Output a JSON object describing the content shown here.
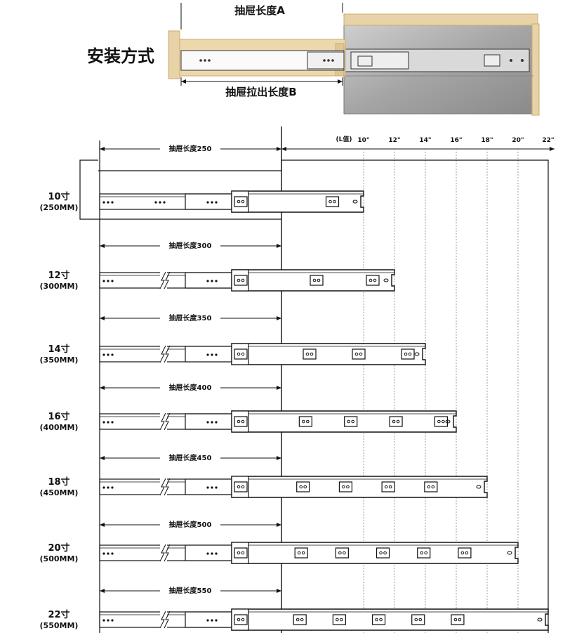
{
  "install": {
    "heading": "安装方式",
    "label_a": "抽屉长度A",
    "label_b": "抽屉拉出长度B"
  },
  "scale": {
    "unit_label": "(L值)",
    "ticks": [
      "10\"",
      "12\"",
      "14\"",
      "16\"",
      "18\"",
      "20\"",
      "22\""
    ]
  },
  "rows": [
    {
      "size": "10寸",
      "mm": "(250MM)",
      "dim": "抽屉长度250"
    },
    {
      "size": "12寸",
      "mm": "(300MM)",
      "dim": "抽屉长度300"
    },
    {
      "size": "14寸",
      "mm": "(350MM)",
      "dim": "抽屉长度350"
    },
    {
      "size": "16寸",
      "mm": "(400MM)",
      "dim": "抽屉长度400"
    },
    {
      "size": "18寸",
      "mm": "(450MM)",
      "dim": "抽屉长度450"
    },
    {
      "size": "20寸",
      "mm": "(500MM)",
      "dim": "抽屉长度500"
    },
    {
      "size": "22寸",
      "mm": "(550MM)",
      "dim": "抽屉长度550"
    }
  ],
  "colors": {
    "wood": "#e8d3a8",
    "wood_edge": "#c9ab73",
    "cabinet": "#9c9c9c",
    "line": "#111111",
    "guide": "#888888"
  }
}
